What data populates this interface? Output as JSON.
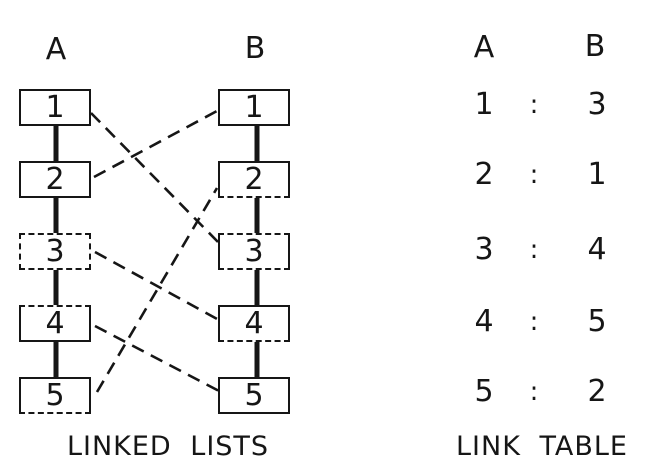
{
  "figure": {
    "ink_color": "#161616",
    "background_color": "#ffffff"
  },
  "linked_lists": {
    "column_a_label": "A",
    "column_b_label": "B",
    "a_nodes": [
      "1",
      "2",
      "3",
      "4",
      "5"
    ],
    "b_nodes": [
      "1",
      "2",
      "3",
      "4",
      "5"
    ],
    "caption": "LINKED LISTS"
  },
  "links": [
    {
      "a": "1",
      "b": "3"
    },
    {
      "a": "2",
      "b": "1"
    },
    {
      "a": "3",
      "b": "4"
    },
    {
      "a": "4",
      "b": "5"
    },
    {
      "a": "5",
      "b": "2"
    }
  ],
  "link_table": {
    "column_a_label": "A",
    "column_b_label": "B",
    "separator": ":",
    "rows": [
      {
        "a": "1",
        "b": "3"
      },
      {
        "a": "2",
        "b": "1"
      },
      {
        "a": "3",
        "b": "4"
      },
      {
        "a": "4",
        "b": "5"
      },
      {
        "a": "5",
        "b": "2"
      }
    ],
    "caption": "LINK TABLE"
  }
}
